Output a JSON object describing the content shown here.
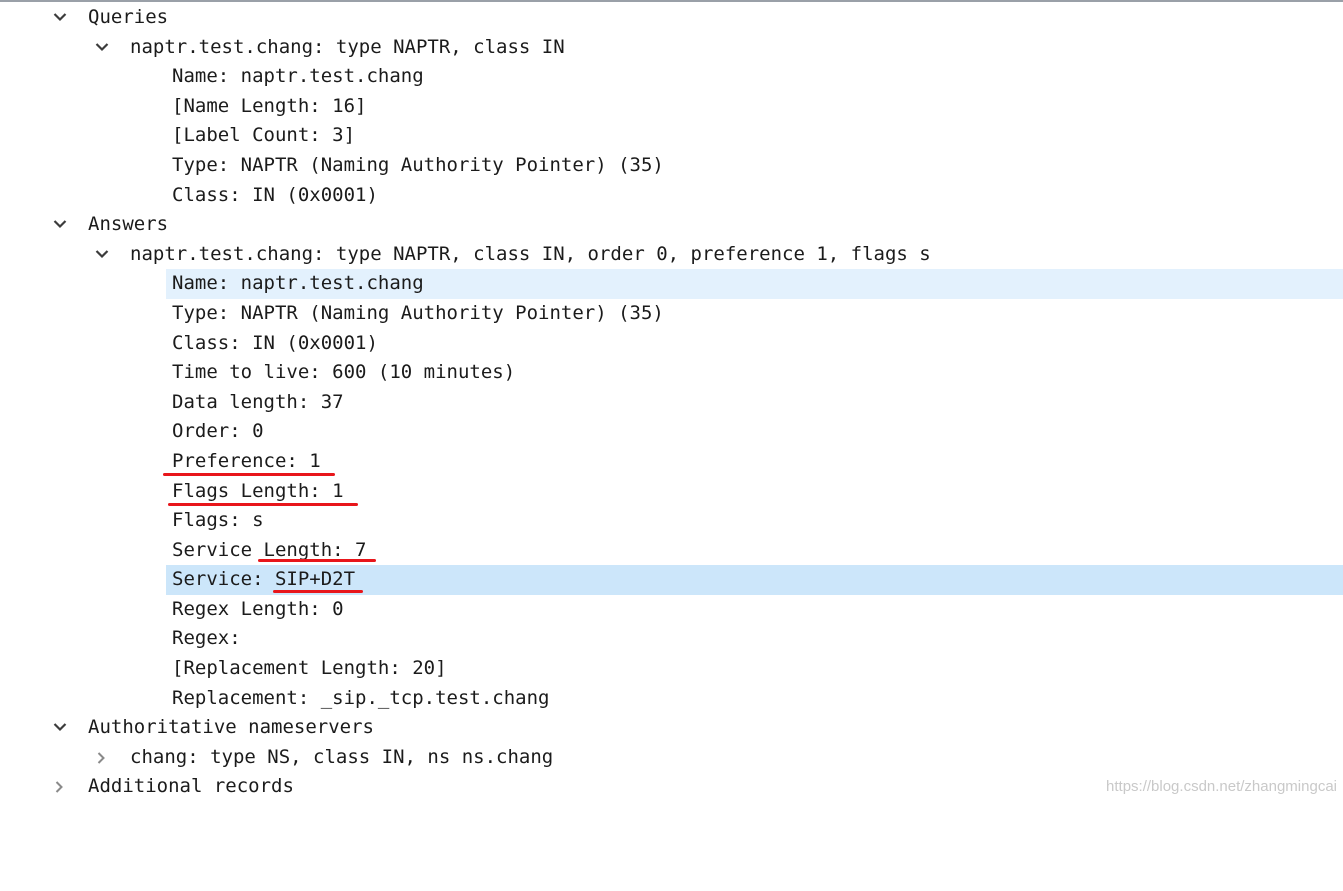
{
  "tree": {
    "queries_header": "Queries",
    "query_record": "naptr.test.chang: type NAPTR, class IN",
    "query_fields": [
      "Name: naptr.test.chang",
      "[Name Length: 16]",
      "[Label Count: 3]",
      "Type: NAPTR (Naming Authority Pointer) (35)",
      "Class: IN (0x0001)"
    ],
    "answers_header": "Answers",
    "answer_record": "naptr.test.chang: type NAPTR, class IN, order 0, preference 1, flags s",
    "answer_fields": [
      "Name: naptr.test.chang",
      "Type: NAPTR (Naming Authority Pointer) (35)",
      "Class: IN (0x0001)",
      "Time to live: 600 (10 minutes)",
      "Data length: 37",
      "Order: 0",
      "Preference: 1",
      "Flags Length: 1",
      "Flags: s",
      "Service Length: 7",
      "Service: SIP+D2T",
      "Regex Length: 0",
      "Regex:",
      "[Replacement Length: 20]",
      "Replacement: _sip._tcp.test.chang"
    ],
    "authoritative_header": "Authoritative nameservers",
    "authoritative_record": "chang: type NS, class IN, ns ns.chang",
    "additional_header": "Additional records"
  },
  "highlights": {
    "hover_row_color": "#e3f1fd",
    "selected_row_color": "#cce6fa",
    "annotation_color": "#e8161b"
  },
  "icons": {
    "expanded": "chevron-down-icon",
    "collapsed": "chevron-right-icon"
  },
  "watermark": "https://blog.csdn.net/zhangmingcai"
}
